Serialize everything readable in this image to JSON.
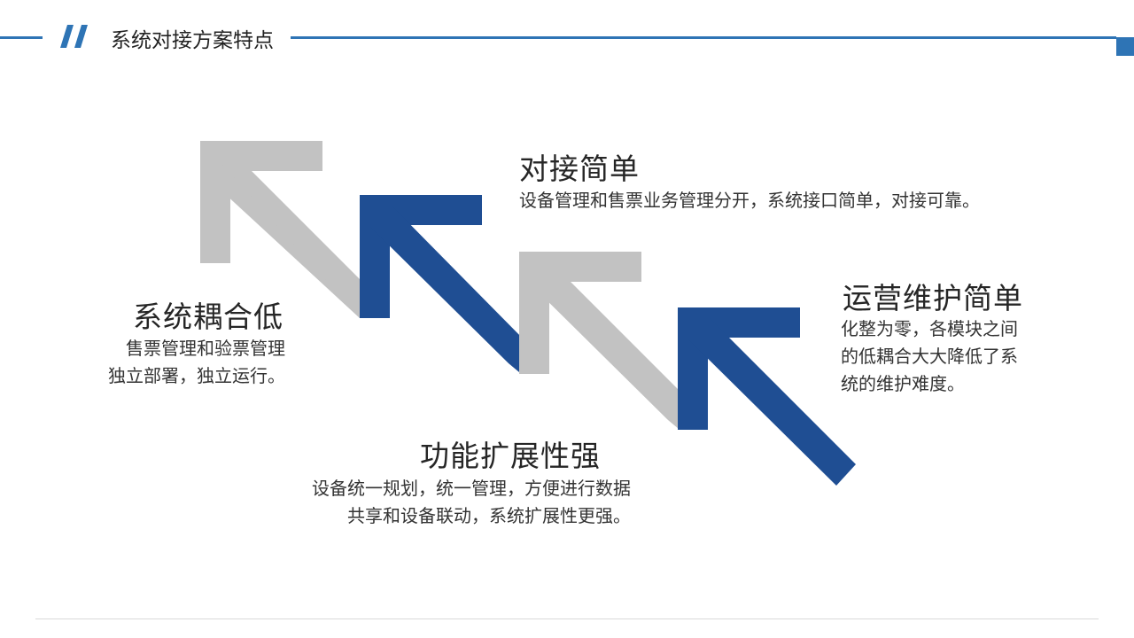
{
  "header": {
    "title": "系统对接方案特点",
    "accent_color": "#2e74b5"
  },
  "diagram": {
    "arrow_colors": {
      "gray": "#c2c2c2",
      "blue": "#1f4e93"
    }
  },
  "features": [
    {
      "title": "对接简单",
      "lines": [
        "设备管理和售票业务管理分开，系统接口简单，对接可靠。"
      ]
    },
    {
      "title": "运营维护简单",
      "lines": [
        "化整为零，各模块之间",
        "的低耦合大大降低了系",
        "统的维护难度。"
      ]
    },
    {
      "title": "系统耦合低",
      "lines": [
        "售票管理和验票管理",
        "独立部署，独立运行。"
      ]
    },
    {
      "title": "功能扩展性强",
      "lines": [
        "设备统一规划，统一管理，方便进行数据",
        "共享和设备联动，系统扩展性更强。"
      ]
    }
  ]
}
